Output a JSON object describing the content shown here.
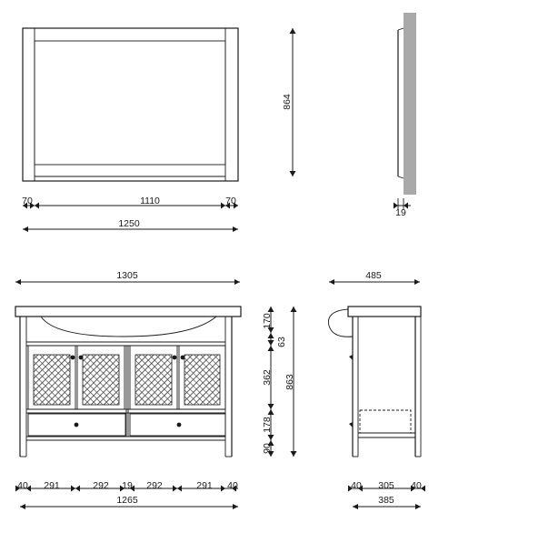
{
  "colors": {
    "line": "#1a1a1a",
    "mirror_fill": "#ececec",
    "wall": "#a9a9a9",
    "panel_fill": "#f4f4f4"
  },
  "mirror_front": {
    "left_frame": "70",
    "glass": "1110",
    "right_frame": "70",
    "total_width": "1250"
  },
  "mirror_height": "864",
  "mirror_side": {
    "thickness": "19"
  },
  "vanity_front": {
    "top_width": "1305",
    "bottom_segments": [
      "40",
      "291",
      "292",
      "19",
      "292",
      "291",
      "40"
    ],
    "base_width": "1265"
  },
  "vanity_heights": {
    "top": "170",
    "rail": "63",
    "doors": "362",
    "drawers": "178",
    "plinth": "90",
    "total": "863"
  },
  "vanity_side": {
    "top_depth": "485",
    "bottom_segments": [
      "40",
      "305",
      "40"
    ],
    "base_depth": "385"
  }
}
